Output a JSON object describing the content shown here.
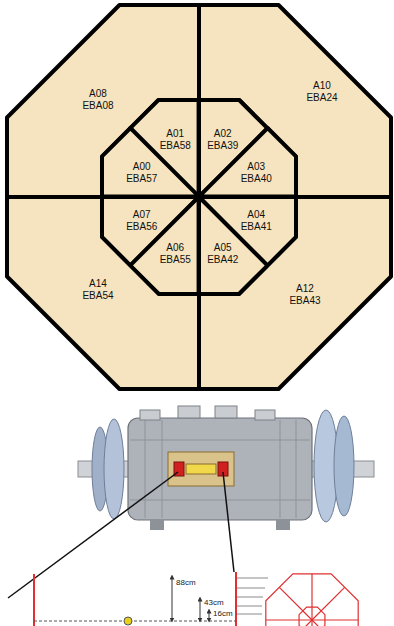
{
  "diagram": {
    "nodes": [
      {
        "text": [
          "A08 EBA08"
        ]
      },
      {
        "text": [
          "A10 EBA24"
        ]
      },
      {
        "text": [
          "A01 EBA58"
        ]
      },
      {
        "text": [
          "A02 EBA39"
        ]
      },
      {
        "text": [
          "A00 EBA57"
        ]
      },
      {
        "text": [
          "A03 EBA40"
        ]
      },
      {
        "text": [
          "A07 EBA56"
        ]
      },
      {
        "text": [
          "A04 EBA41"
        ]
      },
      {
        "text": [
          "A06 EBA55"
        ]
      },
      {
        "text": [
          "A05 EBA42"
        ]
      },
      {
        "text": [
          "A14 EBA54"
        ]
      },
      {
        "text": [
          "A12 EBA43"
        ]
      }
    ],
    "labels": [
      "88cm",
      "43cm",
      "16cm"
    ]
  }
}
